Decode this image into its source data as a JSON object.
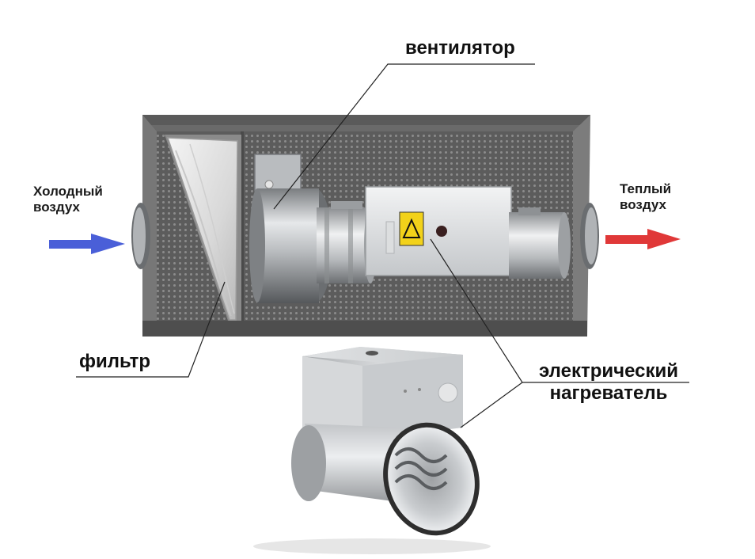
{
  "labels": {
    "fan": "вентилятор",
    "cold_air_line1": "Холодный",
    "cold_air_line2": "воздух",
    "warm_air_line1": "Теплый",
    "warm_air_line2": "воздух",
    "filter": "фильтр",
    "heater_line1": "электрический",
    "heater_line2": "нагреватель"
  },
  "colors": {
    "cold_arrow": "#4a5fd8",
    "warm_arrow": "#e03838",
    "housing": "#6e6e6e",
    "metal_light": "#d4d6d8",
    "warning_yellow": "#f2d21a"
  },
  "icons": {
    "warning": "high-voltage-warning-icon"
  }
}
